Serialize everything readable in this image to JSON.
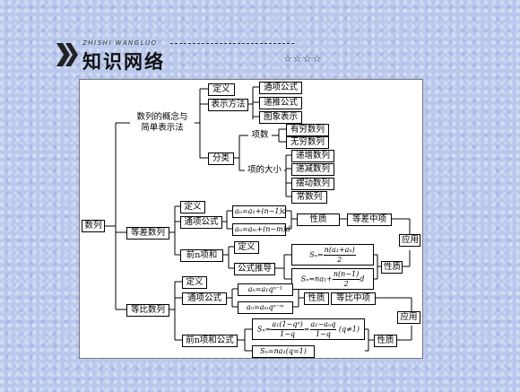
{
  "header": {
    "latin_caption": "ZHISHI WANGLUO",
    "title": "知识网络",
    "stars": "☆☆☆☆"
  },
  "nodes": {
    "root": "数列",
    "concept_title": "数列的概念与\n简单表示法",
    "definition": "定义",
    "representation": "表示方法",
    "general_formula": "通项公式",
    "recursive_formula": "递推公式",
    "graph_rep": "图象表示",
    "classification": "分类",
    "by_terms": "项数",
    "finite_seq": "有穷数列",
    "infinite_seq": "无穷数列",
    "by_magnitude": "项的大小",
    "increasing_seq": "递增数列",
    "decreasing_seq": "递减数列",
    "oscillating_seq": "摆动数列",
    "constant_seq": "常数列",
    "arithmetic": "等差数列",
    "arith_definition": "定义",
    "arith_general": "通项公式",
    "arith_formula_1": "aₙ=a₁+(n−1)d",
    "arith_formula_2": "aₙ=aₘ+(n−m)d",
    "arith_property": "性质",
    "arith_mean": "等差中项",
    "arith_partial_sum": "前n项和",
    "arith_sum_definition": "定义",
    "arith_sum_derivation": "公式推导",
    "arith_sum_1_lhs": "Sₙ=",
    "arith_sum_1_num": "n(a₁+aₙ)",
    "arith_sum_1_den": "2",
    "arith_sum_2_lhs": "Sₙ=na₁+",
    "arith_sum_2_num": "n(n−1)",
    "arith_sum_2_den": "2",
    "arith_sum_2_tail": "d",
    "arith_sum_property": "性质",
    "application_1": "应用",
    "geometric": "等比数列",
    "geo_definition": "定义",
    "geo_general": "通项公式",
    "geo_formula_1": "aₙ=a₁qⁿ⁻¹",
    "geo_formula_2": "aₙ=aₘqⁿ⁻ᵐ",
    "geo_property": "性质",
    "geo_mean": "等比中项",
    "geo_partial_sum": "前n项和公式",
    "geo_sum_1_lhs": "Sₙ=",
    "geo_sum_1_num_a": "a₁(1−qⁿ)",
    "geo_sum_1_den_a": "1−q",
    "geo_sum_1_eq": "=",
    "geo_sum_1_num_b": "a₁−aₙq",
    "geo_sum_1_den_b": "1−q",
    "geo_sum_1_cond": "(q≠1)",
    "geo_sum_2": "Sₙ=na₁(q=1)",
    "geo_sum_property": "性质",
    "application_2": "应用"
  }
}
